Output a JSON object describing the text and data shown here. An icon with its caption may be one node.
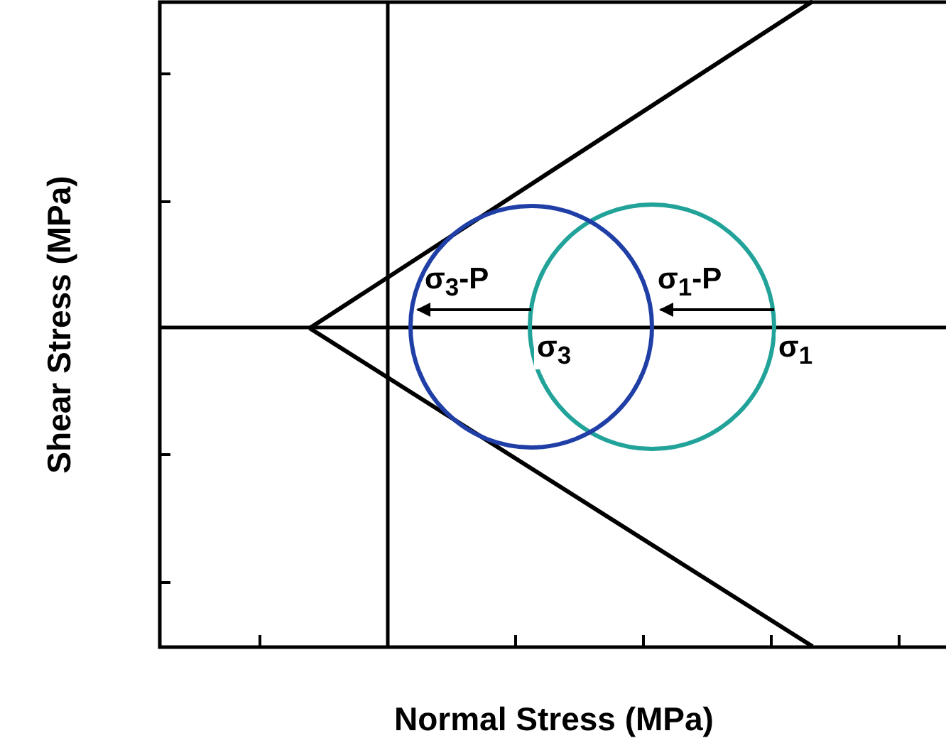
{
  "diagram": {
    "labels": [
      "σ$_{3}$-P",
      "σ$_{1}$-P",
      "σ$_{3}$",
      "σ$_{1}$",
      "Shear Stress (MPa)",
      "Normal Stress (MPa)"
    ]
  }
}
